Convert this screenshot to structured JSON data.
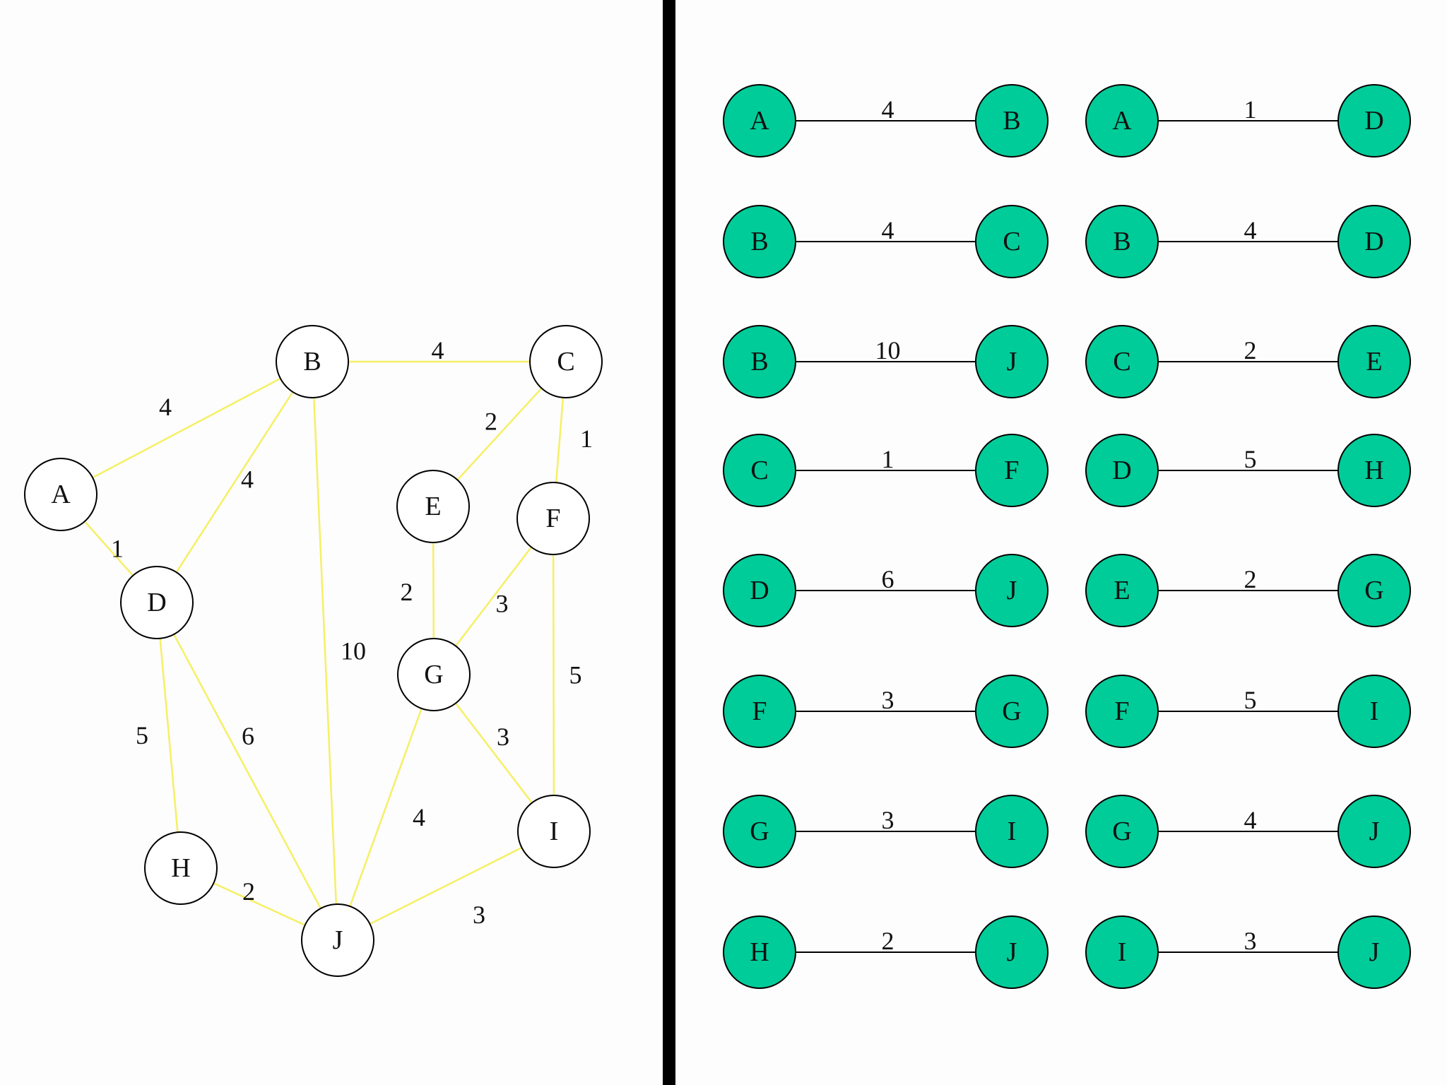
{
  "graph": {
    "nodes": [
      {
        "id": "A",
        "label": "A"
      },
      {
        "id": "B",
        "label": "B"
      },
      {
        "id": "C",
        "label": "C"
      },
      {
        "id": "D",
        "label": "D"
      },
      {
        "id": "E",
        "label": "E"
      },
      {
        "id": "F",
        "label": "F"
      },
      {
        "id": "G",
        "label": "G"
      },
      {
        "id": "H",
        "label": "H"
      },
      {
        "id": "I",
        "label": "I"
      },
      {
        "id": "J",
        "label": "J"
      }
    ],
    "edges": [
      {
        "from": "A",
        "to": "B",
        "weight": "4"
      },
      {
        "from": "A",
        "to": "D",
        "weight": "1"
      },
      {
        "from": "B",
        "to": "C",
        "weight": "4"
      },
      {
        "from": "B",
        "to": "D",
        "weight": "4"
      },
      {
        "from": "B",
        "to": "J",
        "weight": "10"
      },
      {
        "from": "C",
        "to": "E",
        "weight": "2"
      },
      {
        "from": "C",
        "to": "F",
        "weight": "1"
      },
      {
        "from": "D",
        "to": "H",
        "weight": "5"
      },
      {
        "from": "D",
        "to": "J",
        "weight": "6"
      },
      {
        "from": "E",
        "to": "G",
        "weight": "2"
      },
      {
        "from": "F",
        "to": "G",
        "weight": "3"
      },
      {
        "from": "F",
        "to": "I",
        "weight": "5"
      },
      {
        "from": "G",
        "to": "I",
        "weight": "3"
      },
      {
        "from": "G",
        "to": "J",
        "weight": "4"
      },
      {
        "from": "H",
        "to": "J",
        "weight": "2"
      },
      {
        "from": "I",
        "to": "J",
        "weight": "3"
      }
    ]
  },
  "edge_list": [
    {
      "from": "A",
      "to": "B",
      "weight": "4"
    },
    {
      "from": "A",
      "to": "D",
      "weight": "1"
    },
    {
      "from": "B",
      "to": "C",
      "weight": "4"
    },
    {
      "from": "B",
      "to": "D",
      "weight": "4"
    },
    {
      "from": "B",
      "to": "J",
      "weight": "10"
    },
    {
      "from": "C",
      "to": "E",
      "weight": "2"
    },
    {
      "from": "C",
      "to": "F",
      "weight": "1"
    },
    {
      "from": "D",
      "to": "H",
      "weight": "5"
    },
    {
      "from": "D",
      "to": "J",
      "weight": "6"
    },
    {
      "from": "E",
      "to": "G",
      "weight": "2"
    },
    {
      "from": "F",
      "to": "G",
      "weight": "3"
    },
    {
      "from": "F",
      "to": "I",
      "weight": "5"
    },
    {
      "from": "G",
      "to": "I",
      "weight": "3"
    },
    {
      "from": "G",
      "to": "J",
      "weight": "4"
    },
    {
      "from": "H",
      "to": "J",
      "weight": "2"
    },
    {
      "from": "I",
      "to": "J",
      "weight": "3"
    }
  ],
  "colors": {
    "graph_edge": "#f5f064",
    "graph_node_fill": "#ffffff",
    "list_node_fill": "#00cc99",
    "stroke": "#000000",
    "divider": "#000000"
  }
}
